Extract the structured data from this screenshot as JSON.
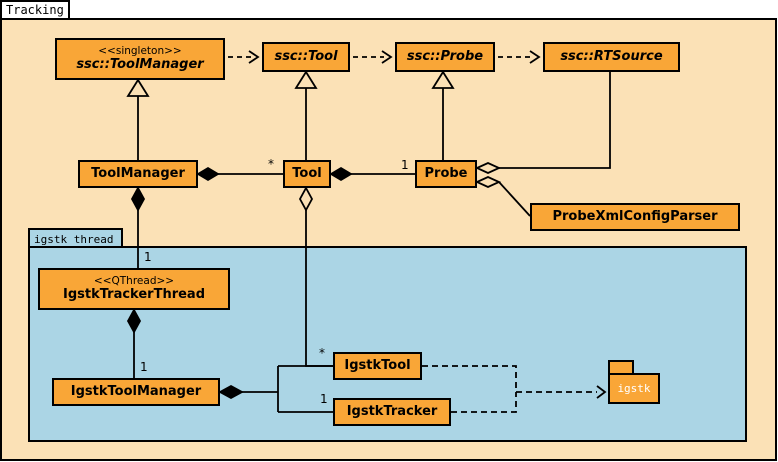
{
  "colors": {
    "background": "#FBE1B6",
    "box_fill": "#F9A637",
    "thread_background": "#ABD5E5",
    "line": "#000000"
  },
  "diagram": {
    "title": "Tracking",
    "thread_package_label": "igstk thread",
    "igstk_package_label": "igstk"
  },
  "classes": {
    "ssc_toolmanager": {
      "stereotype": "<<singleton>>",
      "name": "ssc::ToolManager"
    },
    "ssc_tool": {
      "name": "ssc::Tool"
    },
    "ssc_probe": {
      "name": "ssc::Probe"
    },
    "ssc_rtsource": {
      "name": "ssc::RTSource"
    },
    "toolmanager": {
      "name": "ToolManager"
    },
    "tool": {
      "name": "Tool"
    },
    "probe": {
      "name": "Probe"
    },
    "probe_xml_config_parser": {
      "name": "ProbeXmlConfigParser"
    },
    "igstk_tracker_thread": {
      "stereotype": "<<QThread>>",
      "name": "IgstkTrackerThread"
    },
    "igstk_tool_manager": {
      "name": "IgstkToolManager"
    },
    "igstk_tool": {
      "name": "IgstkTool"
    },
    "igstk_tracker": {
      "name": "IgstkTracker"
    }
  },
  "multiplicities": {
    "toolmanager_tool": "*",
    "tool_probe": "1",
    "toolmanager_trackerthread": "1",
    "trackerthread_toolmanager": "1",
    "igstktoolmanager_igstktool": "*",
    "igstktoolmanager_igstktracker": "1"
  }
}
